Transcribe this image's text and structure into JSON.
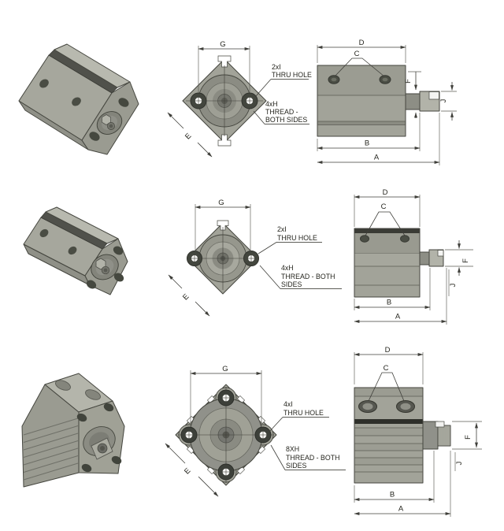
{
  "drawing": {
    "description": "Compact pneumatic cylinder dimensional drawing, three variants, each with isometric view, front view and side view",
    "colors": {
      "body": "#a2a399",
      "body_light": "#b8b9af",
      "body_dark": "#8f9087",
      "rail": "#50514b",
      "port": "#45483f",
      "line": "#45463f",
      "text": "#26261f",
      "background": "#ffffff"
    },
    "rows": [
      {
        "variant": "compact-cylinder-style-1",
        "dims": {
          "a": "A",
          "b": "B",
          "c": "C",
          "d": "D",
          "e": "E",
          "f": "F",
          "g": "G",
          "j": "J"
        },
        "thru": {
          "l1": "2xI",
          "l2": "THRU HOLE"
        },
        "thread": {
          "l1": "4xH",
          "l2": "THREAD -",
          "l3": "BOTH SIDES"
        }
      },
      {
        "variant": "compact-cylinder-style-2",
        "dims": {
          "a": "A",
          "b": "B",
          "c": "C",
          "d": "D",
          "e": "E",
          "f": "F",
          "g": "G",
          "j": "J"
        },
        "thru": {
          "l1": "2xI",
          "l2": "THRU HOLE"
        },
        "thread": {
          "l1": "4xH",
          "l2": "THREAD - BOTH",
          "l3": "SIDES"
        }
      },
      {
        "variant": "compact-cylinder-style-3",
        "dims": {
          "a": "A",
          "b": "B",
          "c": "C",
          "d": "D",
          "e": "E",
          "f": "F",
          "g": "G",
          "j": "J"
        },
        "thru": {
          "l1": "4xI",
          "l2": "THRU HOLE"
        },
        "thread": {
          "l1": "8XH",
          "l2": "THREAD - BOTH",
          "l3": "SIDES"
        }
      }
    ]
  }
}
